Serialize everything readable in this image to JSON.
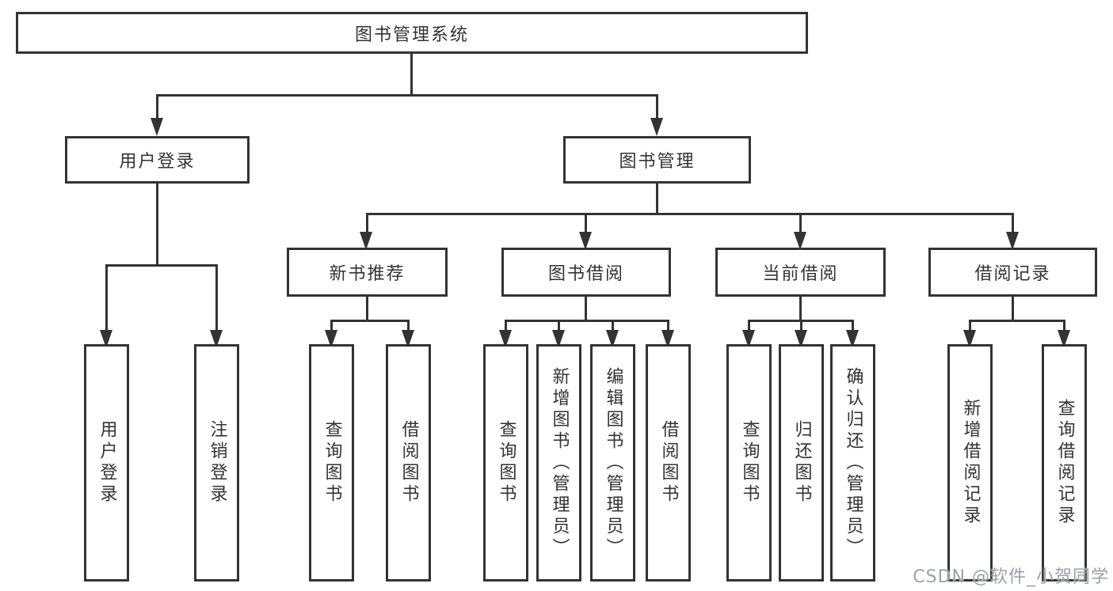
{
  "tree": {
    "label": "图书管理系统",
    "children": [
      {
        "label": "用户登录",
        "children": [
          {
            "label": "用户登录"
          },
          {
            "label": "注销登录"
          }
        ]
      },
      {
        "label": "图书管理",
        "children": [
          {
            "label": "新书推荐",
            "children": [
              {
                "label": "查询图书"
              },
              {
                "label": "借阅图书"
              }
            ]
          },
          {
            "label": "图书借阅",
            "children": [
              {
                "label": "查询图书"
              },
              {
                "label": "新增图书（管理员）"
              },
              {
                "label": "编辑图书（管理员）"
              },
              {
                "label": "借阅图书"
              }
            ]
          },
          {
            "label": "当前借阅",
            "children": [
              {
                "label": "查询图书"
              },
              {
                "label": "归还图书"
              },
              {
                "label": "确认归还（管理员）"
              }
            ]
          },
          {
            "label": "借阅记录",
            "children": [
              {
                "label": "新增借阅记录"
              },
              {
                "label": "查询借阅记录"
              }
            ]
          }
        ]
      }
    ]
  },
  "watermark": {
    "text": "CSDN @软件_小贺同学"
  },
  "colors": {
    "line": "#333333",
    "box_border": "#333333",
    "text": "#333333",
    "background": "#ffffff",
    "watermark_text": "#9ca1a7"
  }
}
